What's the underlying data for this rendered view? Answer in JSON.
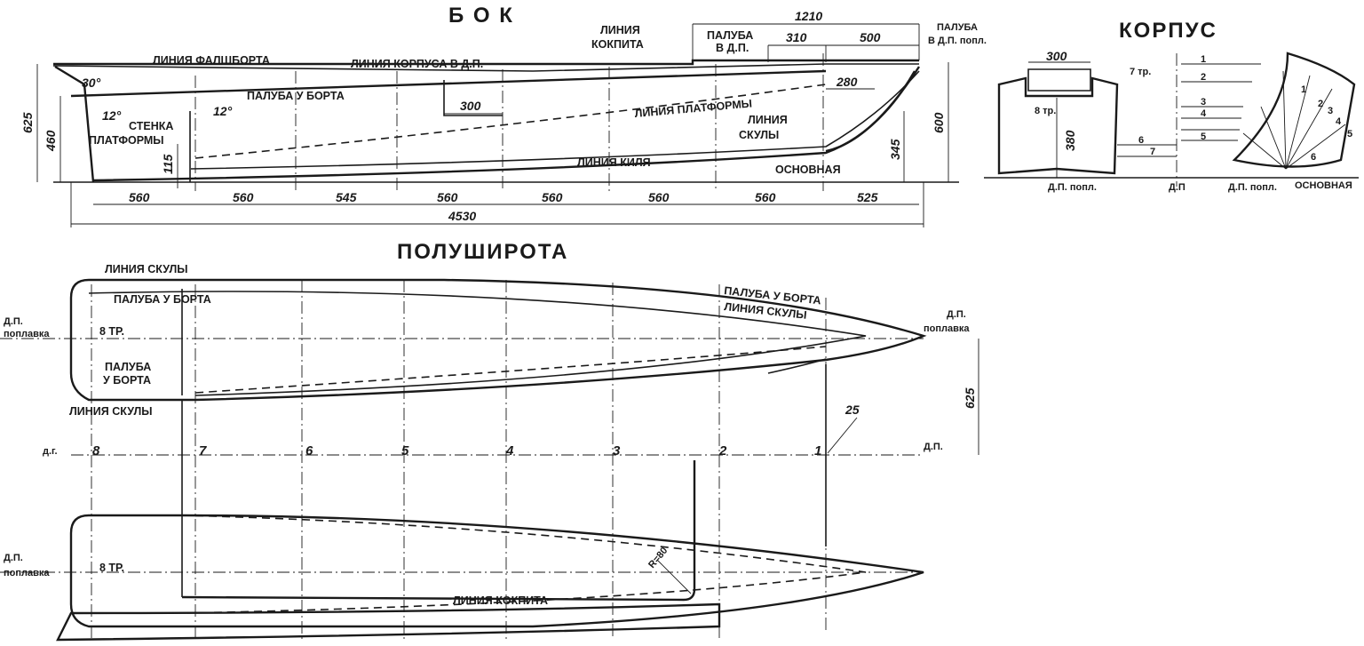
{
  "titles": {
    "side": "Б О К",
    "body": "КОРПУС",
    "plan": "ПОЛУШИРОТА"
  },
  "side": {
    "labels": {
      "sheer": "ЛИНИЯ  ФАЛШБОРТА",
      "hull_cl": "ЛИНИЯ  КОРПУСА  В  Д.П.",
      "cockpit_1": "ЛИНИЯ",
      "cockpit_2": "КОКПИТА",
      "deck_cl_1": "ПАЛУБА",
      "deck_cl_2": "В  Д.П.",
      "deck_float_1": "ПАЛУБА",
      "deck_float_2": "В  Д.П. попл.",
      "deck_side": "ПАЛУБА  У  БОРТА",
      "platform_wall_1": "СТЕНКА",
      "platform_wall_2": "ПЛАТФОРМЫ",
      "platform_line": "ЛИНИЯ  ПЛАТФОРМЫ",
      "chine_1": "ЛИНИЯ",
      "chine_2": "СКУЛЫ",
      "keel": "ЛИНИЯ  КИЛЯ",
      "base": "ОСНОВНАЯ"
    },
    "angles": {
      "a30": "30°",
      "a12_left": "12°",
      "a12_right": "12°"
    },
    "dims": {
      "h625": "625",
      "h460": "460",
      "h115": "115",
      "d300": "300",
      "d280": "280",
      "d345": "345",
      "d600": "600",
      "d1210": "1210",
      "d310": "310",
      "d500": "500",
      "total": "4530",
      "spacing": [
        "560",
        "560",
        "545",
        "560",
        "560",
        "560",
        "560",
        "525"
      ]
    }
  },
  "body": {
    "labels": {
      "w300": "300",
      "frame7": "7 тр.",
      "frame8": "8 тр.",
      "h380": "380",
      "dp_float_left": "Д.П. попл.",
      "dp": "Д.П",
      "dp_float_right": "Д.П. попл.",
      "base": "ОСНОВНАЯ"
    },
    "waterlines": [
      "1",
      "2",
      "3",
      "4",
      "5",
      "6",
      "7"
    ],
    "sections": [
      "1",
      "2",
      "3",
      "4",
      "5",
      "6"
    ]
  },
  "plan": {
    "labels": {
      "chine_top": "ЛИНИЯ  СКУЛЫ",
      "deck_side_top": "ПАЛУБА  У  БОРТА",
      "frame8_top": "8 ТР.",
      "deck_side_inner_1": "ПАЛУБА",
      "deck_side_inner_2": "У  БОРТА",
      "chine_inner": "ЛИНИЯ  СКУЛЫ",
      "deck_side_bow": "ПАЛУБА  У  БОРТА",
      "chine_bow": "ЛИНИЯ  СКУЛЫ",
      "dp_float_1a": "Д.П.",
      "dp_float_1b": "поплавка",
      "dp_float_2a": "Д.П.",
      "dp_float_2b": "поплавка",
      "dp_float_3a": "Д.П.",
      "dp_float_3b": "поплавка",
      "dp_left": "д.г.",
      "dp_right": "Д.П.",
      "d625": "625",
      "d25": "25",
      "frame8_bottom": "8 ТР.",
      "radius": "R=80",
      "cockpit": "ЛИНИЯ  КОКПИТА"
    },
    "stations": [
      "8",
      "7",
      "6",
      "5",
      "4",
      "3",
      "2",
      "1"
    ]
  }
}
